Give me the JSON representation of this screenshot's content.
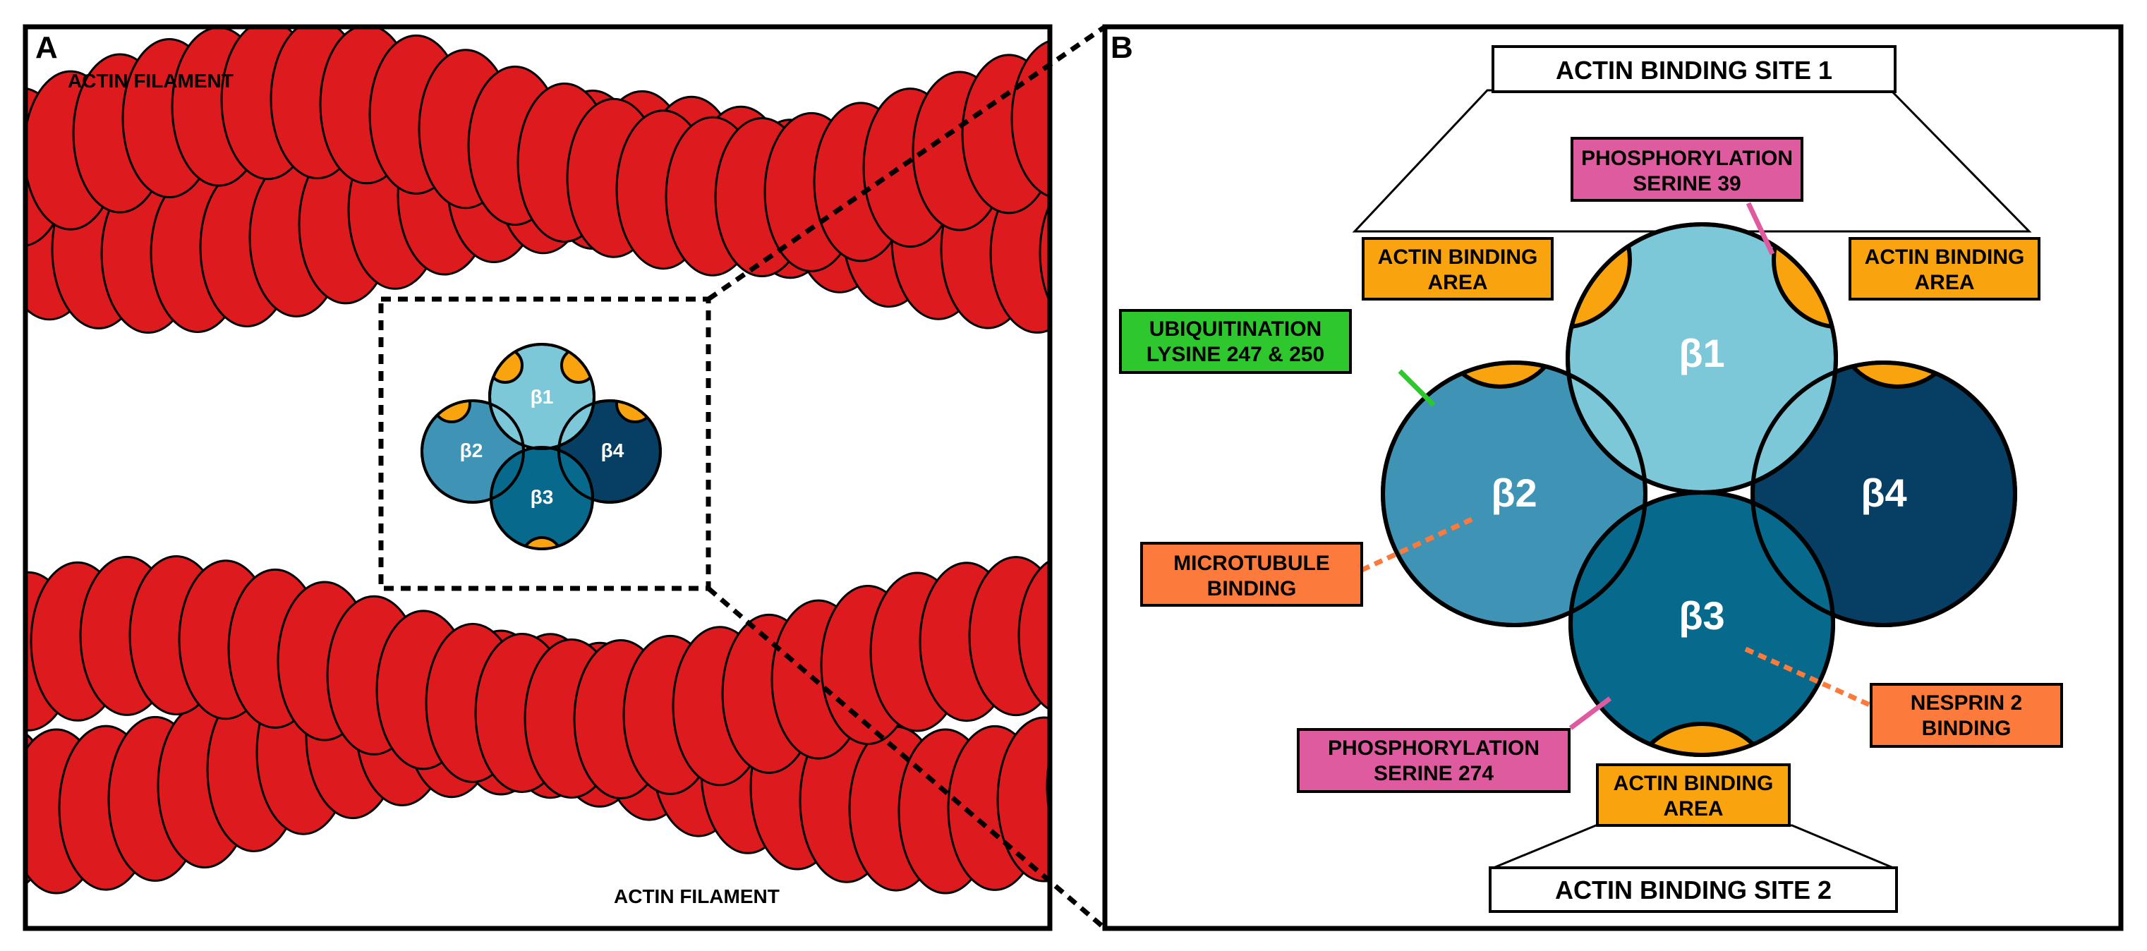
{
  "panels": {
    "a": {
      "letter": "A",
      "top_label": "ACTIN FILAMENT",
      "bottom_label": "ACTIN FILAMENT",
      "subunits": [
        "β1",
        "β2",
        "β3",
        "β4"
      ]
    },
    "b": {
      "letter": "B",
      "site_top": "ACTIN BINDING SITE 1",
      "site_bottom": "ACTIN BINDING SITE 2",
      "subunits": [
        "β1",
        "β2",
        "β3",
        "β4"
      ],
      "labels": {
        "abr_left": [
          "ACTIN BINDING",
          "AREA"
        ],
        "abr_right": [
          "ACTIN BINDING",
          "AREA"
        ],
        "abr_bottom": [
          "ACTIN BINDING",
          "AREA"
        ],
        "phos39": [
          "PHOSPHORYLATION",
          "SERINE 39"
        ],
        "ubiq": [
          "UBIQUITINATION",
          "LYSINE 247 & 250"
        ],
        "microtubule": [
          "MICROTUBULE",
          "BINDING"
        ],
        "nesprin": [
          "NESPRIN 2",
          "BINDING"
        ],
        "phos274": [
          "PHOSPHORYLATION",
          "SERINE 274"
        ]
      }
    }
  },
  "colors": {
    "actin": "#dd1a1e",
    "beta1": "#7dc8d8",
    "beta2": "#3f93b5",
    "beta3": "#076a8c",
    "beta4": "#063f63",
    "binding": "#f9a30f",
    "ubiquitination": "#2ec72e",
    "phosphorylation": "#df5ba0",
    "microtubule": "#fb7a3c",
    "nesprin": "#fb7a3c"
  }
}
